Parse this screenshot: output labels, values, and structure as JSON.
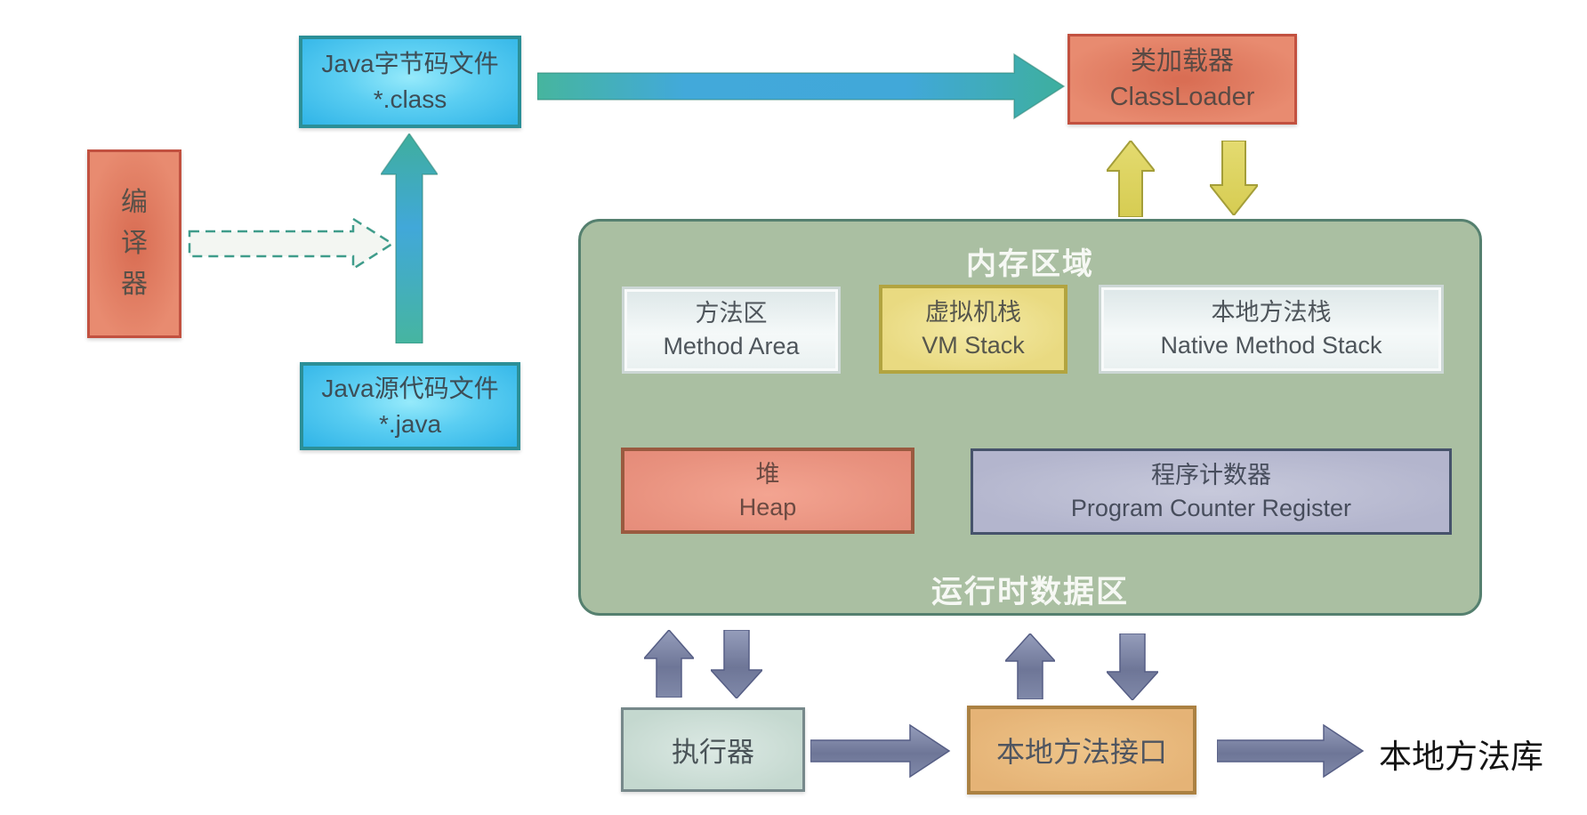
{
  "panel": {
    "memory_area": "内存区域",
    "runtime_data_area": "运行时数据区"
  },
  "nodes": {
    "bytecode": {
      "zh": "Java字节码文件",
      "en": "*.class"
    },
    "classloader": {
      "zh": "类加载器",
      "en": "ClassLoader"
    },
    "compiler": {
      "zh": "编\n译\n器"
    },
    "source": {
      "zh": "Java源代码文件",
      "en": "*.java"
    },
    "method_area": {
      "zh": "方法区",
      "en": "Method Area"
    },
    "vm_stack": {
      "zh": "虚拟机栈",
      "en": "VM Stack"
    },
    "native_method_stack": {
      "zh": "本地方法栈",
      "en": "Native Method Stack"
    },
    "heap": {
      "zh": "堆",
      "en": "Heap"
    },
    "pc_register": {
      "zh": "程序计数器",
      "en": "Program Counter Register"
    },
    "executor": {
      "zh": "执行器"
    },
    "native_interface": {
      "zh": "本地方法接口"
    },
    "native_library": {
      "zh": "本地方法库"
    }
  },
  "palette": {
    "cyan_box_fill": "#5bcef2",
    "cyan_box_border": "#2b8f97",
    "salmon_box_fill": "#e88b70",
    "salmon_box_border": "#c25140",
    "green_panel_fill": "#aabfa2",
    "green_panel_border": "#55806f",
    "yellow_box_fill": "#e9da81",
    "yellow_box_border": "#b2a440",
    "light_box_fill": "#eef4f4",
    "heap_box_fill": "#e8917e",
    "heap_box_border": "#9a5a40",
    "purple_box_fill": "#b3b5cd",
    "purple_box_border": "#46536b",
    "executor_box_fill": "#c4d8cf",
    "orange_box_fill": "#e5b376",
    "orange_box_border": "#ab8142",
    "teal_arrow": "#3fae9d",
    "blue_arrow": "#41a8d9",
    "yellow_arrow": "#ddd45f",
    "gray_arrow": "#7d85a6",
    "panel_title_text": "#f6f8f4"
  }
}
